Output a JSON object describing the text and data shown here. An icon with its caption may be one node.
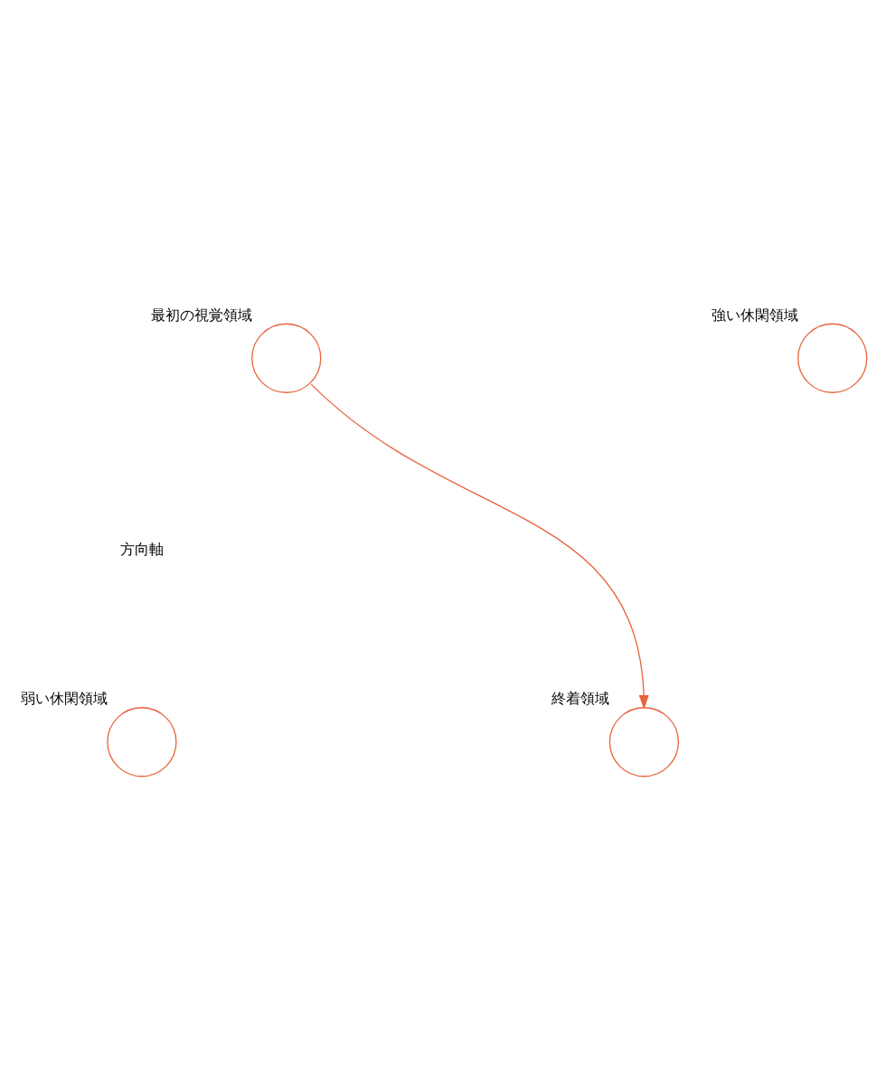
{
  "diagram": {
    "nodes": [
      {
        "text": [],
        "shape": "circle",
        "beside": [
          "最初の視覚領域"
        ]
      },
      {
        "text": [],
        "shape": "circle",
        "beside": [
          "強い休閑領域"
        ]
      },
      {
        "text": [],
        "shape": "circle",
        "beside": [
          "弱い休閑領域"
        ]
      },
      {
        "text": [],
        "shape": "circle",
        "beside": [
          "終着領域"
        ]
      }
    ],
    "edges": [
      {
        "from": 0,
        "to": 3,
        "arrow": "to"
      }
    ],
    "labels": [
      "方向軸"
    ]
  }
}
